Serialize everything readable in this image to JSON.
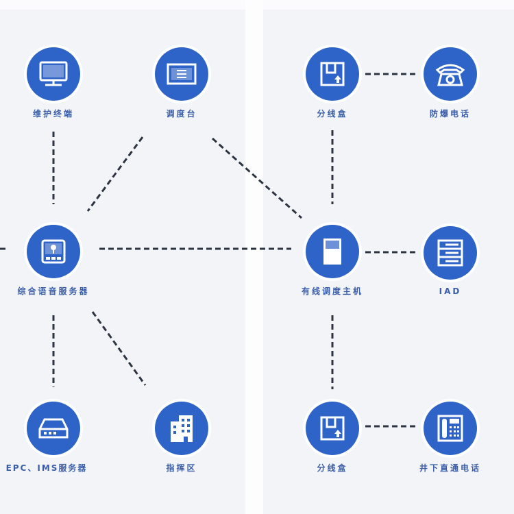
{
  "colors": {
    "node": "#2e63c8",
    "line": "#2b3440",
    "label": "#3a5ea8"
  },
  "nodes": {
    "maintenance_terminal": {
      "label": "维护终端",
      "icon": "monitor-icon"
    },
    "dispatch_console": {
      "label": "调度台",
      "icon": "console-icon"
    },
    "junction_box_top": {
      "label": "分线盒",
      "icon": "junction-box-icon"
    },
    "explosion_proof_phone": {
      "label": "防爆电话",
      "icon": "telephone-icon"
    },
    "voice_server": {
      "label": "综合语音服务器",
      "icon": "voice-server-icon"
    },
    "wired_dispatch_host": {
      "label": "有线调度主机",
      "icon": "cabinet-icon"
    },
    "iad": {
      "label": "IAD",
      "icon": "rack-icon"
    },
    "epc_ims_server": {
      "label": "EPC、IMS服务器",
      "icon": "server-icon"
    },
    "command_area": {
      "label": "指挥区",
      "icon": "building-icon"
    },
    "junction_box_bottom": {
      "label": "分线盒",
      "icon": "junction-box-icon"
    },
    "underground_phone": {
      "label": "井下直通电话",
      "icon": "desk-phone-icon"
    }
  }
}
